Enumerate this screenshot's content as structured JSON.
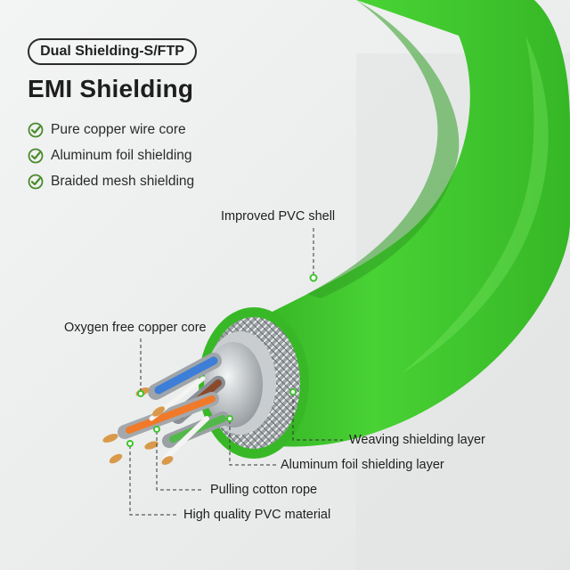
{
  "badge": "Dual Shielding-S/FTP",
  "title": "EMI Shielding",
  "features": [
    {
      "label": "Pure copper wire core",
      "icon": "check-circle-icon"
    },
    {
      "label": "Aluminum foil shielding",
      "icon": "check-circle-icon"
    },
    {
      "label": "Braided mesh shielding",
      "icon": "check-circle-icon"
    }
  ],
  "callouts": {
    "pvc_shell": "Improved PVC shell",
    "copper_core": "Oxygen free copper core",
    "weaving_layer": "Weaving shielding layer",
    "foil_layer": "Aluminum foil shielding layer",
    "cotton_rope": "Pulling cotton rope",
    "pvc_material": "High quality PVC material"
  },
  "colors": {
    "cable_green": "#3fc42f",
    "check_green": "#4a8a2a",
    "background": "#eef0f0"
  }
}
